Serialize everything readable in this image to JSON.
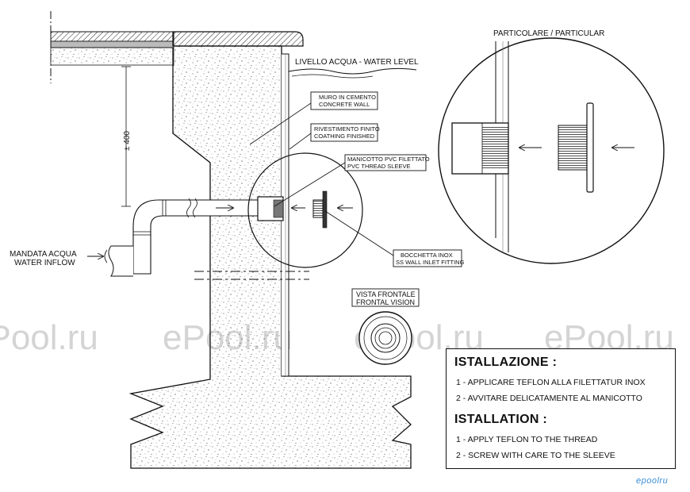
{
  "labels": {
    "particular": "PARTICOLARE / PARTICULAR",
    "water_level": "LIVELLO ACQUA - WATER LEVEL",
    "concrete_wall": [
      "MURO IN CEMENTO",
      "CONCRETE WALL"
    ],
    "coating": [
      "RIVESTIMENTO FINITO",
      "COATHING FINISHED"
    ],
    "sleeve": [
      "MANICOTTO PVC FILETTATO",
      "PVC THREAD SLEEVE"
    ],
    "inlet_fitting": [
      "BOCCHETTA INOX",
      "SS WALL INLET FITTING"
    ],
    "water_inflow": [
      "MANDATA ACQUA",
      "WATER INFLOW"
    ],
    "frontal_vision": [
      "VISTA FRONTALE",
      "FRONTAL VISION"
    ],
    "dimension": "± 400"
  },
  "instructions": {
    "title_it": "ISTALLAZIONE :",
    "steps_it": [
      "1 - APPLICARE TEFLON ALLA FILETTATUR INOX",
      "2 - AVVITARE DELICATAMENTE AL MANICOTTO"
    ],
    "title_en": "ISTALLATION :",
    "steps_en": [
      "1 - APPLY TEFLON TO THE THREAD",
      "2 - SCREW WITH CARE TO THE SLEEVE"
    ]
  },
  "watermark": "ePool.ru",
  "brand": "epoolru"
}
